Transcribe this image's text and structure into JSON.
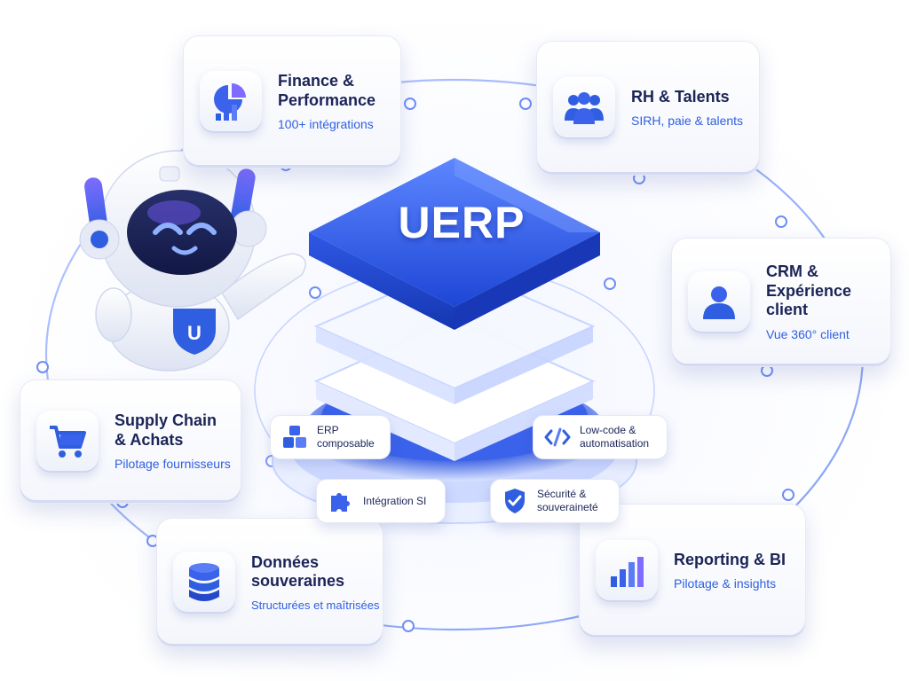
{
  "hub": {
    "title": "UERP"
  },
  "cards": {
    "finance": {
      "title": "Finance &\nPerformance",
      "subtitle": "100+ intégrations",
      "icon": "pie-chart-icon"
    },
    "rh": {
      "title": "RH & Talents",
      "subtitle": "SIRH, paie & talents",
      "icon": "people-icon"
    },
    "crm": {
      "title": "CRM &\nExpérience client",
      "subtitle": "Vue 360° client",
      "icon": "user-icon"
    },
    "supply": {
      "title": "Supply Chain\n& Achats",
      "subtitle": "Pilotage fournisseurs",
      "icon": "cart-icon"
    },
    "donnees": {
      "title": "Données\nsouveraines",
      "subtitle": "Structurées et maîtrisées",
      "icon": "database-icon"
    },
    "reporting": {
      "title": "Reporting & BI",
      "subtitle": "Pilotage & insights",
      "icon": "bar-chart-icon"
    }
  },
  "features": {
    "erp": {
      "label": "ERP\ncomposable",
      "icon": "cubes-icon"
    },
    "lowcode": {
      "label": "Low-code &\nautomatisation",
      "icon": "code-icon"
    },
    "integration": {
      "label": "Intégration SI",
      "icon": "puzzle-icon"
    },
    "securite": {
      "label": "Sécurité &\nsouveraineté",
      "icon": "shield-check-icon"
    }
  },
  "mascot": {
    "badge_icon": "u-logo-icon"
  },
  "colors": {
    "primary": "#2f5fe0",
    "deep": "#1b3fc2",
    "light": "#6f8ff5",
    "text": "#1b2457",
    "glow": "#dce6ff"
  }
}
